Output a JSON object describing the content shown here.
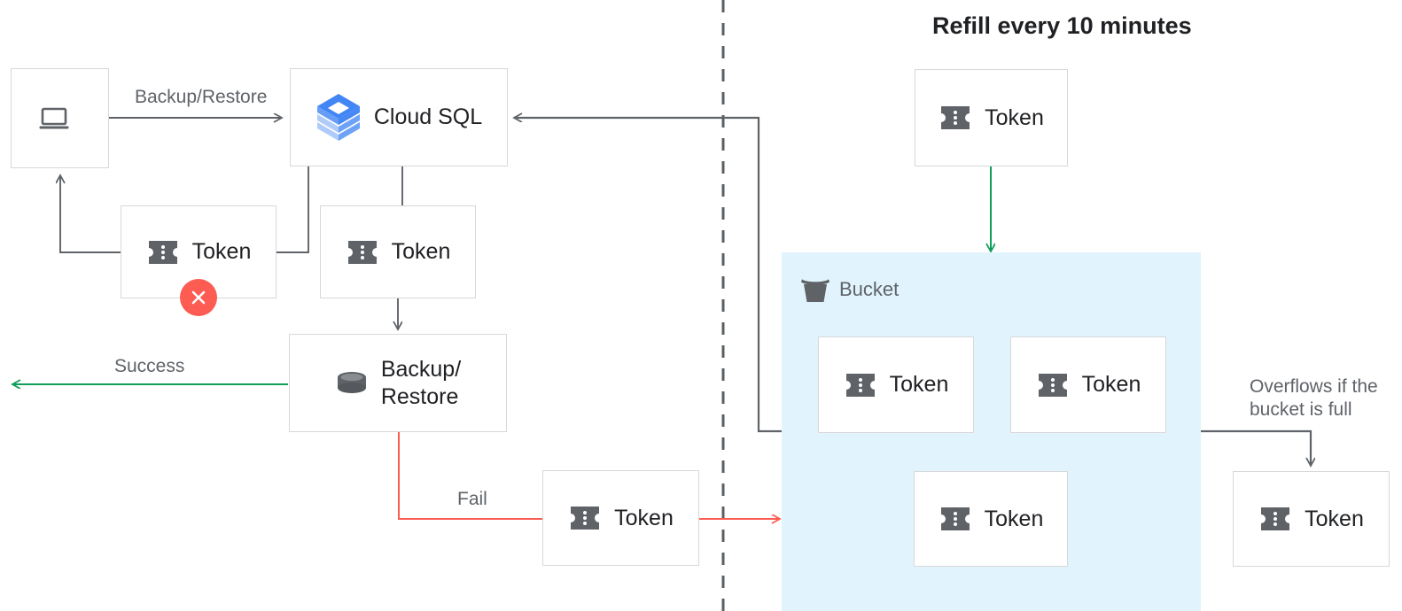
{
  "title": "Refill every 10 minutes",
  "diagram": {
    "nodes": [
      {
        "id": "client",
        "label": "",
        "icon": "laptop-icon"
      },
      {
        "id": "cloud-sql",
        "label": "Cloud SQL",
        "icon": "cloud-sql-logo"
      },
      {
        "id": "token-left",
        "label": "Token",
        "icon": "token-icon"
      },
      {
        "id": "token-mid",
        "label": "Token",
        "icon": "token-icon"
      },
      {
        "id": "backup-restore",
        "label": "Backup/\nRestore",
        "icon": "database-icon"
      },
      {
        "id": "token-fail",
        "label": "Token",
        "icon": "token-icon"
      },
      {
        "id": "token-refill",
        "label": "Token",
        "icon": "token-icon"
      },
      {
        "id": "token-bucket-1",
        "label": "Token",
        "icon": "token-icon"
      },
      {
        "id": "token-bucket-2",
        "label": "Token",
        "icon": "token-icon"
      },
      {
        "id": "token-bucket-3",
        "label": "Token",
        "icon": "token-icon"
      },
      {
        "id": "token-overflow",
        "label": "Token",
        "icon": "token-icon"
      }
    ],
    "bucket": {
      "label": "Bucket",
      "icon": "bucket-icon",
      "fill": "#e1f4fd"
    },
    "edge_labels": {
      "backup_restore": "Backup/Restore",
      "success": "Success",
      "fail": "Fail",
      "overflow": "Overflows if the\nbucket is full"
    },
    "badges": {
      "fail_mark": "×"
    },
    "colors": {
      "neutral_line": "#5f6368",
      "success_green": "#0f9d58",
      "fail_red": "#fc5c52",
      "box_border": "#d8d8d8",
      "bucket_fill": "#e1f4fd",
      "text_dark": "#202124",
      "text_muted": "#5f6368",
      "logo_blue": "#4285f4",
      "logo_blue_light": "#aecbfa"
    }
  }
}
